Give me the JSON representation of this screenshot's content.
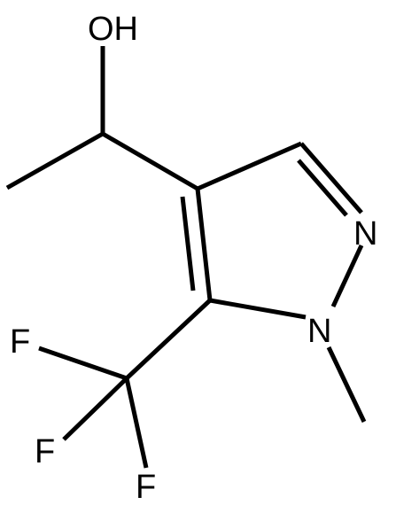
{
  "molecule": {
    "atoms": {
      "hydroxyl": "OH",
      "ring_nitrogen_2": "N",
      "ring_nitrogen_1": "N",
      "fluorine_1": "F",
      "fluorine_2": "F",
      "fluorine_3": "F"
    }
  }
}
